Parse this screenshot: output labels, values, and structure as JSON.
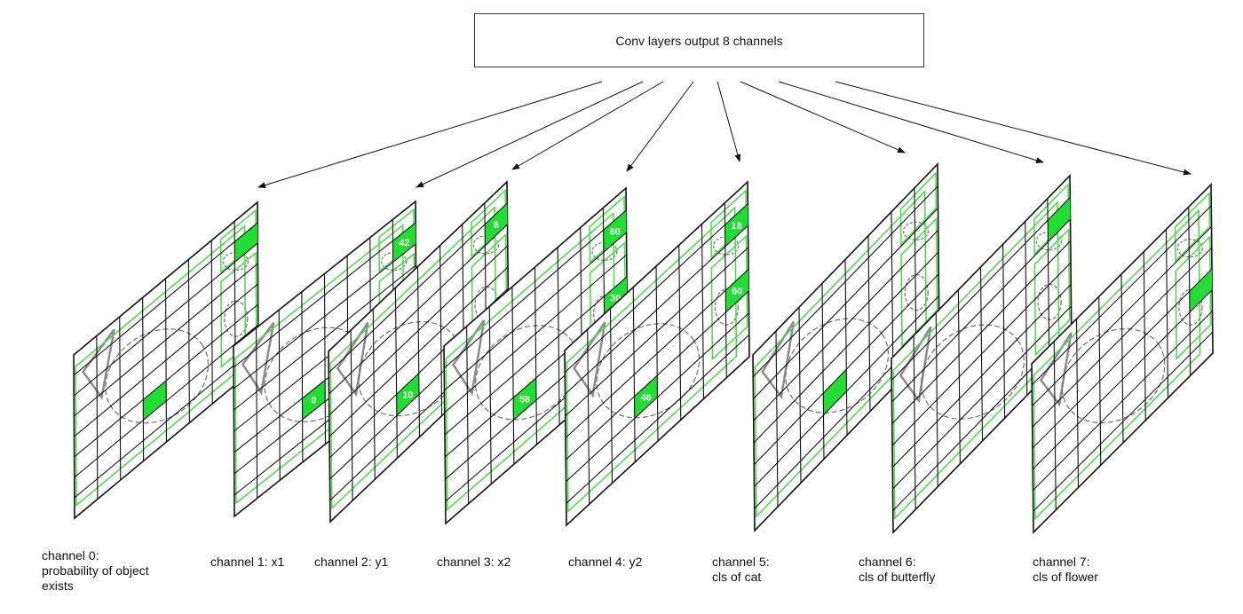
{
  "header": {
    "title": "Conv layers output 8 channels"
  },
  "channels": [
    {
      "line1": "channel 0:",
      "line2": "probability of object",
      "line3": "exists",
      "values": []
    },
    {
      "line1": "channel 1: x1",
      "line2": "",
      "line3": "",
      "values": [
        "0",
        "42"
      ]
    },
    {
      "line1": "channel 2: y1",
      "line2": "",
      "line3": "",
      "values": [
        "10",
        "8"
      ]
    },
    {
      "line1": "channel 3: x2",
      "line2": "",
      "line3": "",
      "values": [
        "58",
        "80",
        "30"
      ]
    },
    {
      "line1": "channel 4: y2",
      "line2": "",
      "line3": "",
      "values": [
        "46",
        "60",
        "18"
      ]
    },
    {
      "line1": "channel 5:",
      "line2": "cls of cat",
      "line3": "",
      "values": []
    },
    {
      "line1": "channel 6:",
      "line2": "cls of butterfly",
      "line3": "",
      "values": []
    },
    {
      "line1": "channel 7:",
      "line2": "cls of flower",
      "line3": "",
      "values": []
    }
  ],
  "colors": {
    "highlight": "#22dd33",
    "box": "#44dd44",
    "grid": "#111111",
    "sketch": "#333333"
  }
}
